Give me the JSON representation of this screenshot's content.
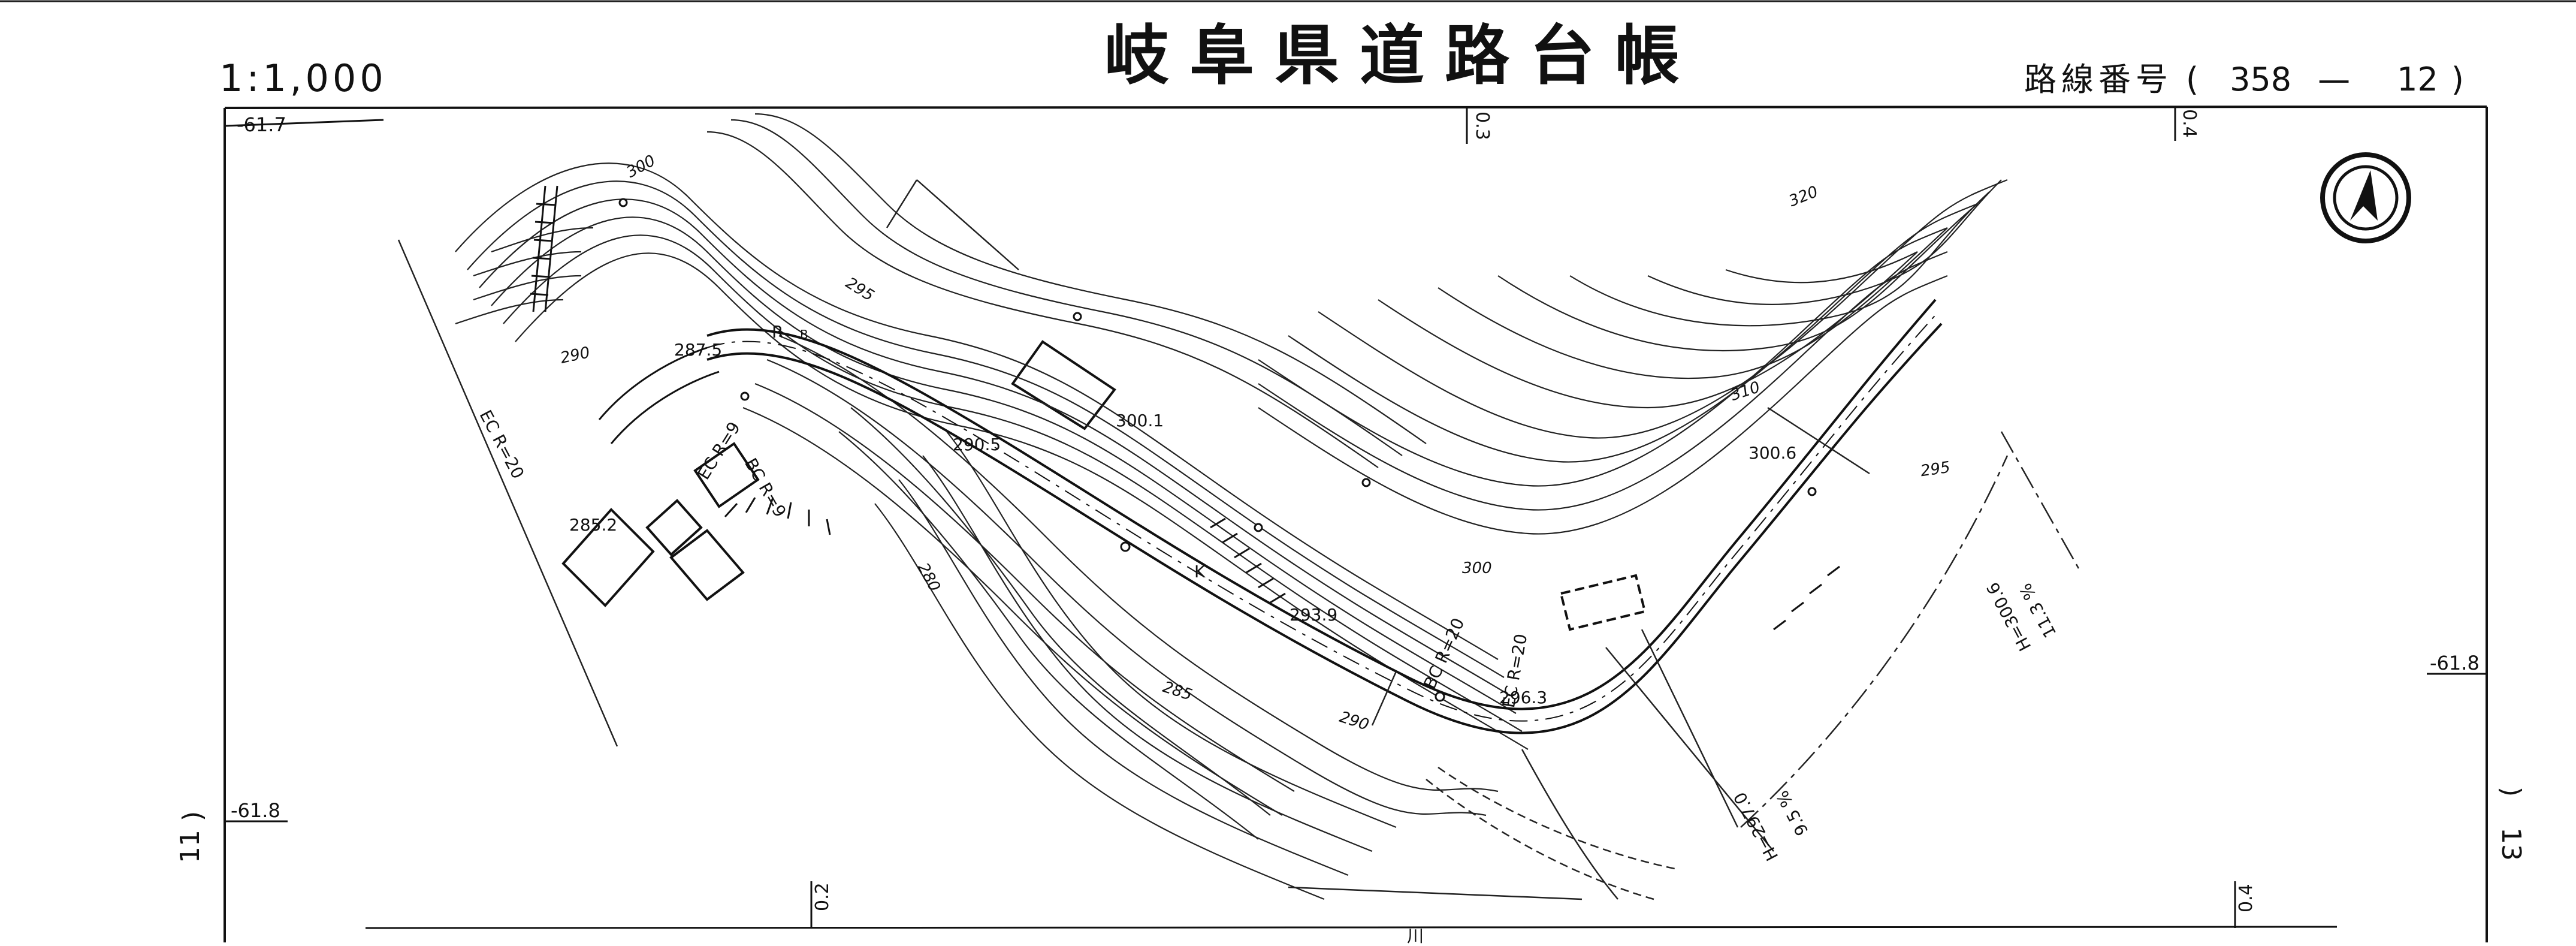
{
  "header": {
    "title": "岐阜県道路台帳",
    "scale": "1:1,000",
    "route_label": "路線番号",
    "route_paren_open": "(",
    "route_number": "358",
    "route_dash": "—",
    "route_sheet": "12",
    "route_paren_close": ")"
  },
  "frame": {
    "grid_x_top_left": "0.3",
    "grid_x_top_right": "0.4",
    "grid_x_bottom_left": "0.2",
    "grid_x_bottom_right": "0.4",
    "grid_y_top_left": "-61.7",
    "grid_y_mid_right": "-61.8",
    "grid_y_left_lower": "-61.8"
  },
  "adjacent_sheets": {
    "left": "11",
    "right": "13",
    "paren": ")"
  },
  "map": {
    "north_arrow": "north-arrow-icon",
    "contour_labels": [
      "300",
      "295",
      "290",
      "290",
      "285",
      "280",
      "300",
      "310",
      "320",
      "295"
    ],
    "spot_heights": [
      "287.5",
      "285.2",
      "290.5",
      "300.1",
      "293.9",
      "296.3",
      "300.6"
    ],
    "curve_labels": [
      "EC R=20",
      "EC R=9",
      "BC R=9",
      "BC R=20",
      "EC R=20"
    ],
    "station_labels": [
      "K",
      "R",
      "B"
    ],
    "gradient_left": {
      "grade": "9.5 %",
      "height": "H=297.0"
    },
    "gradient_right": {
      "grade": "11.3 %",
      "height": "H=300.6"
    },
    "bottom_label": "川"
  }
}
